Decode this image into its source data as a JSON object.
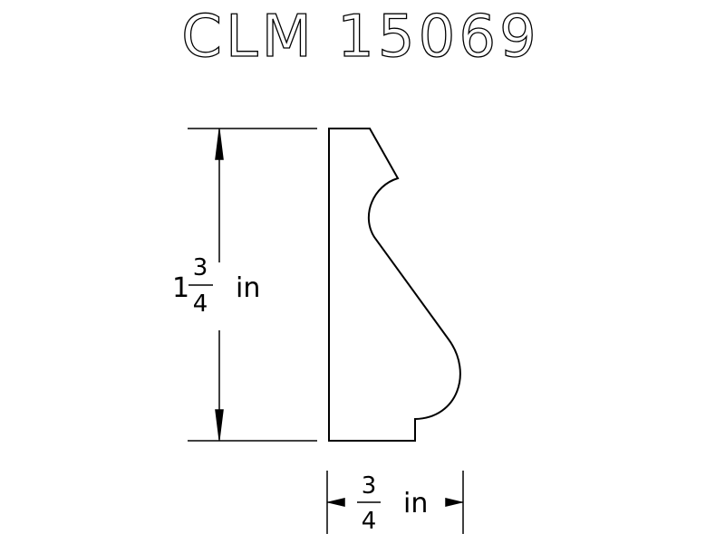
{
  "title": "CLM 15069",
  "height_dimension": {
    "whole": "1",
    "numerator": "3",
    "denominator": "4",
    "unit": "in"
  },
  "width_dimension": {
    "numerator": "3",
    "denominator": "4",
    "unit": "in"
  },
  "colors": {
    "line": "#000000",
    "background": "#ffffff"
  }
}
